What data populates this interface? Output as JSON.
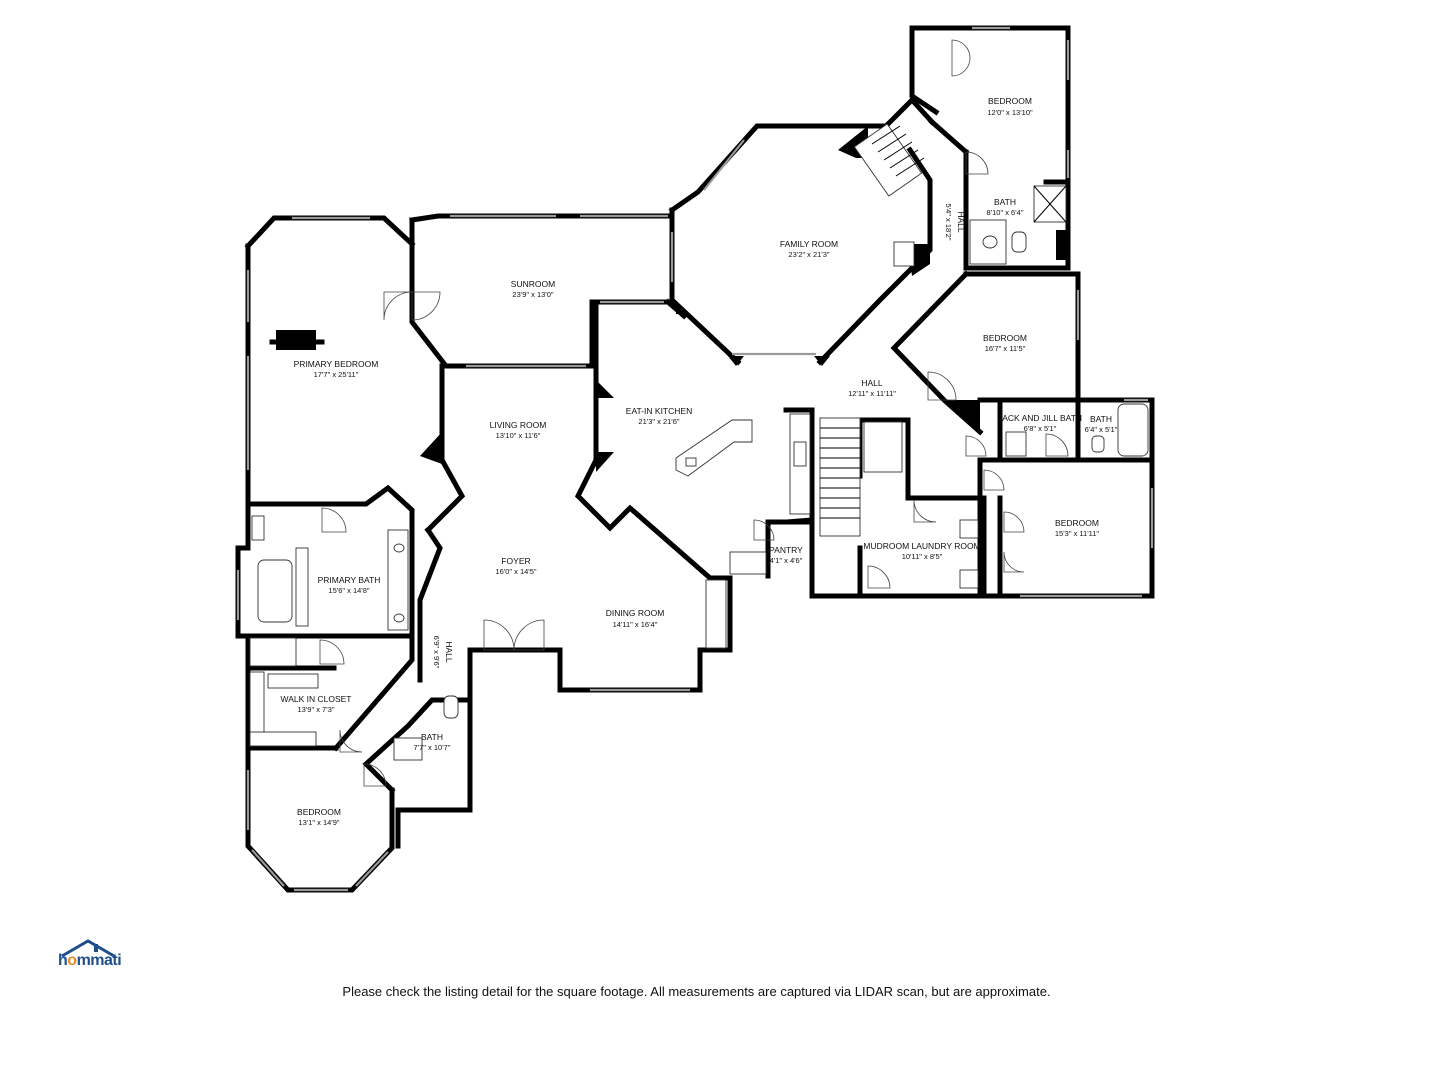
{
  "rooms": [
    {
      "name": "BEDROOM",
      "dims": "12'0\" x 13'10\""
    },
    {
      "name": "BATH",
      "dims": "8'10\" x 6'4\""
    },
    {
      "name": "HALL",
      "dims": "5'4\" x 18'2\""
    },
    {
      "name": "FAMILY ROOM",
      "dims": "23'2\" x 21'3\""
    },
    {
      "name": "SUNROOM",
      "dims": "23'9\" x 13'0\""
    },
    {
      "name": "PRIMARY BEDROOM",
      "dims": "17'7\" x 25'11\""
    },
    {
      "name": "BEDROOM",
      "dims": "16'7\" x 11'5\""
    },
    {
      "name": "HALL",
      "dims": "12'11\" x 11'11\""
    },
    {
      "name": "JACK AND JILL BATH",
      "dims": "6'8\" x 5'1\""
    },
    {
      "name": "BATH",
      "dims": "6'4\" x 5'1\""
    },
    {
      "name": "LIVING ROOM",
      "dims": "13'10\" x 11'6\""
    },
    {
      "name": "EAT-IN KITCHEN",
      "dims": "21'3\" x 21'6\""
    },
    {
      "name": "BEDROOM",
      "dims": "15'3\" x 11'11\""
    },
    {
      "name": "PRIMARY BATH",
      "dims": "15'6\" x 14'8\""
    },
    {
      "name": "FOYER",
      "dims": "16'0\" x 14'5\""
    },
    {
      "name": "PANTRY",
      "dims": "4'1\" x 4'6\""
    },
    {
      "name": "MUDROOM LAUNDRY ROOM",
      "dims": "10'11\" x 8'5\""
    },
    {
      "name": "DINING ROOM",
      "dims": "14'11\" x 16'4\""
    },
    {
      "name": "HALL",
      "dims": "6'9\" x 9'6\""
    },
    {
      "name": "WALK IN CLOSET",
      "dims": "13'9\" x 7'3\""
    },
    {
      "name": "BATH",
      "dims": "7'7\" x 10'7\""
    },
    {
      "name": "BEDROOM",
      "dims": "13'1\" x 14'9\""
    }
  ],
  "logo": {
    "prefix": "h",
    "o": "o",
    "suffix": "mmati"
  },
  "disclaimer": "Please check the listing detail for the square footage. All measurements are captured via LIDAR scan, but are approximate.",
  "colors": {
    "wall": "#000000",
    "window": "#9a9a9a",
    "logo_blue": "#1f4e8c",
    "logo_orange": "#e58a1f"
  }
}
